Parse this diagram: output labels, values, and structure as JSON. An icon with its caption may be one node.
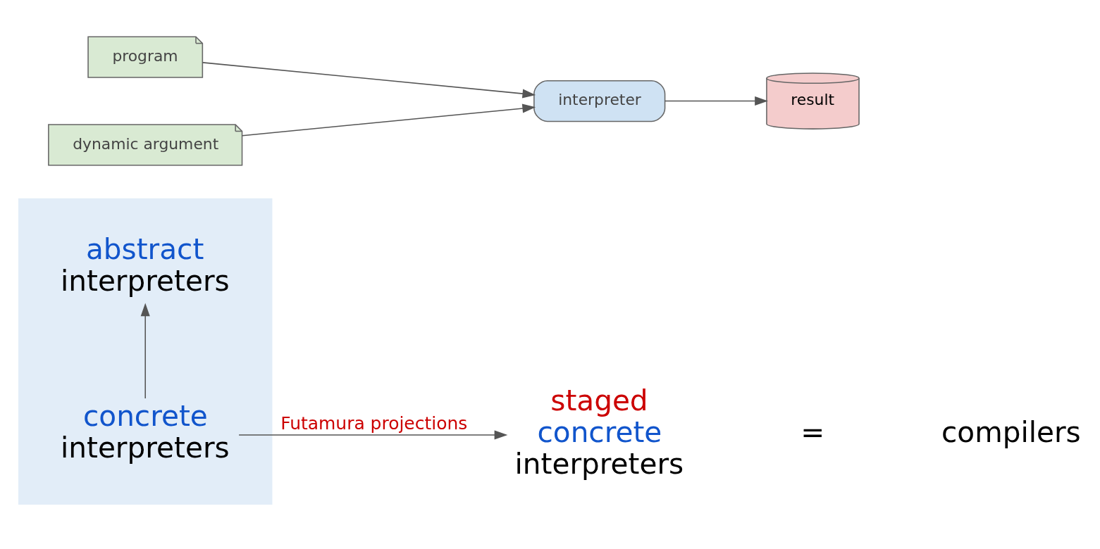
{
  "diagram": {
    "nodes": [
      {
        "text": [],
        "shape": "box"
      },
      {
        "text": [
          "abstract",
          "interpreters"
        ],
        "in": 0
      },
      {
        "text": [
          "concrete",
          "interpreters"
        ],
        "in": 0
      },
      {
        "text": [
          "program"
        ]
      },
      {
        "text": [
          "dynamic argument"
        ]
      },
      {
        "text": [
          "interpreter"
        ]
      },
      {
        "text": [
          "result"
        ]
      },
      {
        "text": [
          "staged",
          "concrete",
          "interpreters"
        ]
      }
    ],
    "edges": [
      {
        "from": 2,
        "to": 1,
        "arrow": "to"
      },
      {
        "from": 3,
        "to": 5,
        "arrow": "to"
      },
      {
        "from": 4,
        "to": 5,
        "arrow": "to"
      },
      {
        "from": 5,
        "to": 6,
        "arrow": "to"
      },
      {
        "from": 2,
        "to": 7,
        "arrow": "to",
        "label": "Futamura projections"
      }
    ],
    "labels": [
      "=",
      "compilers"
    ]
  }
}
